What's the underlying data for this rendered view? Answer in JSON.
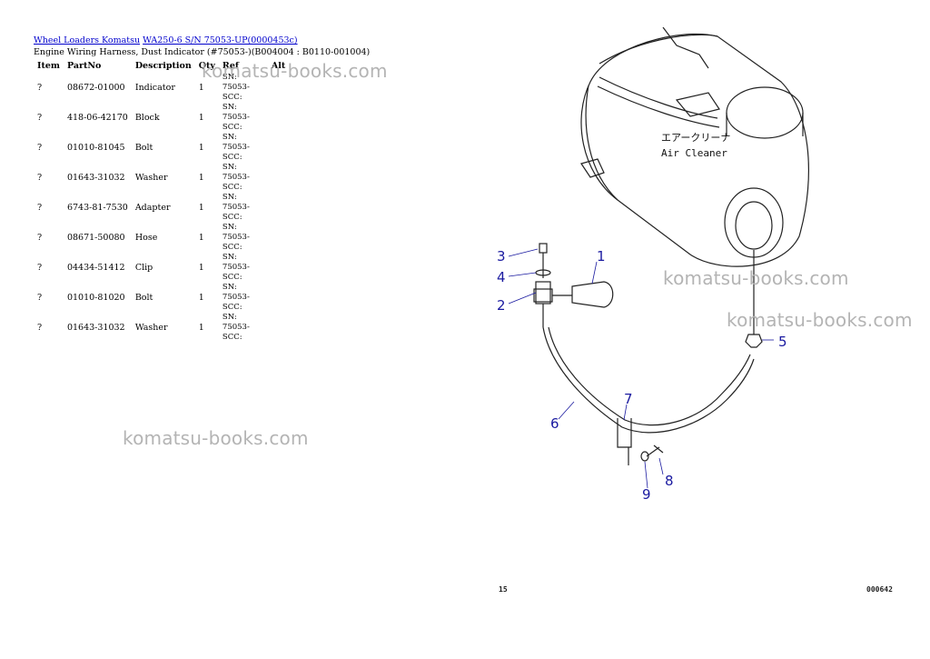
{
  "breadcrumb": {
    "link1": "Wheel Loaders Komatsu",
    "link2": "WA250-6 S/N 75053-UP(0000453c)"
  },
  "subtitle": "Engine Wiring Harness, Dust Indicator (#75053-)(B004004 : B0110-001004)",
  "table": {
    "headers": [
      "Item",
      "PartNo",
      "Description",
      "Qty",
      "Ref",
      "Alt"
    ],
    "rows": [
      {
        "item": "?",
        "part": "08672-01000",
        "desc": "Indicator",
        "qty": "1",
        "ref": "SN: 75053-SCC:"
      },
      {
        "item": "?",
        "part": "418-06-42170",
        "desc": "Block",
        "qty": "1",
        "ref": "SN: 75053-SCC:"
      },
      {
        "item": "?",
        "part": "01010-81045",
        "desc": "Bolt",
        "qty": "1",
        "ref": "SN: 75053-SCC:"
      },
      {
        "item": "?",
        "part": "01643-31032",
        "desc": "Washer",
        "qty": "1",
        "ref": "SN: 75053-SCC:"
      },
      {
        "item": "?",
        "part": "6743-81-7530",
        "desc": "Adapter",
        "qty": "1",
        "ref": "SN: 75053-SCC:"
      },
      {
        "item": "?",
        "part": "08671-50080",
        "desc": "Hose",
        "qty": "1",
        "ref": "SN: 75053-SCC:"
      },
      {
        "item": "?",
        "part": "04434-51412",
        "desc": "Clip",
        "qty": "1",
        "ref": "SN: 75053-SCC:"
      },
      {
        "item": "?",
        "part": "01010-81020",
        "desc": "Bolt",
        "qty": "1",
        "ref": "SN: 75053-SCC:"
      },
      {
        "item": "?",
        "part": "01643-31032",
        "desc": "Washer",
        "qty": "1",
        "ref": "SN: 75053-SCC:"
      }
    ]
  },
  "watermark": "komatsu-books.com",
  "diagram": {
    "air_cleaner_jp": "エアークリーナ",
    "air_cleaner_en": "Air Cleaner",
    "callouts": [
      "1",
      "2",
      "3",
      "4",
      "5",
      "6",
      "7",
      "8",
      "9"
    ],
    "page_number": "15",
    "drawing_code": "000642"
  }
}
